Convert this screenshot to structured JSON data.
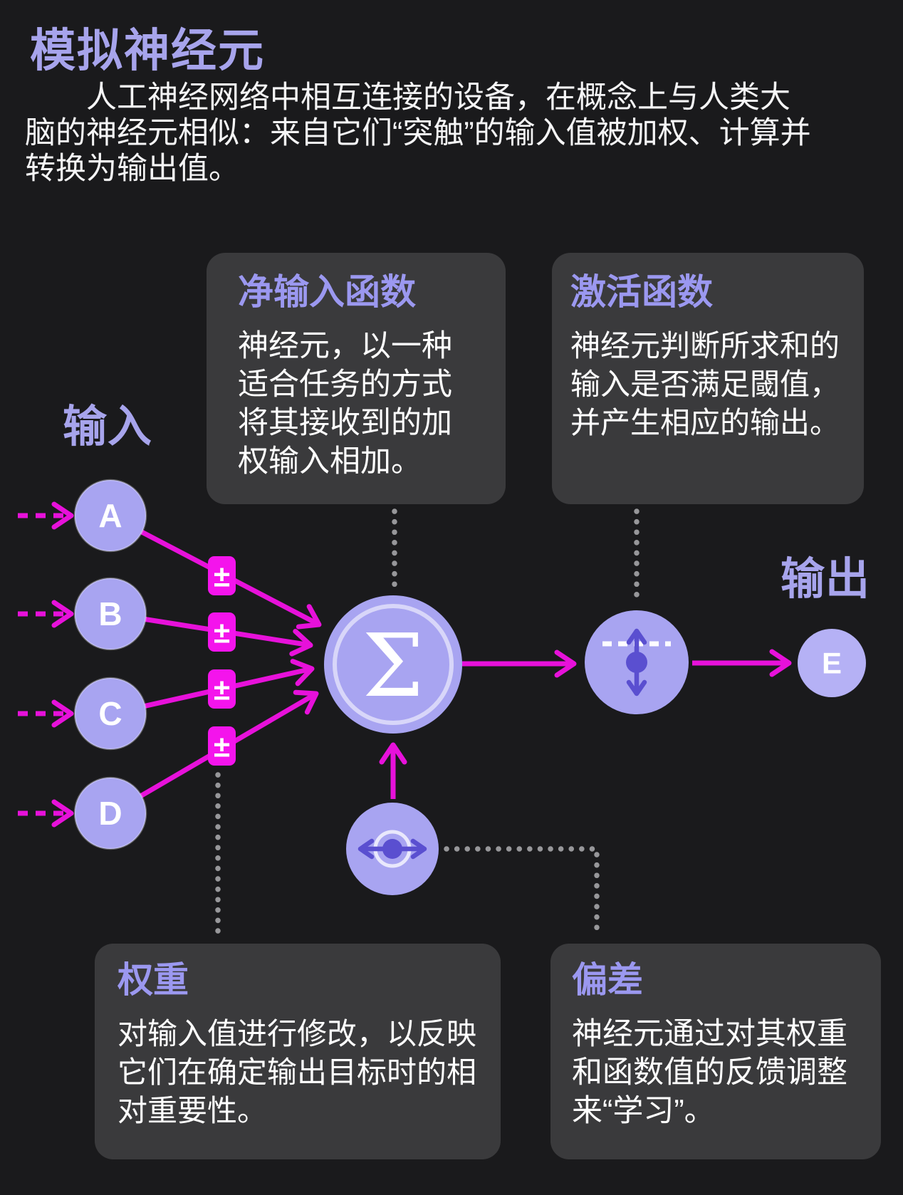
{
  "page": {
    "title": "模拟神经元",
    "intro": "人工神经网络中相互连接的设备，在概念上与人类大脑的神经元相似：来自它们“突触”的输入值被加权、计算并转换为输出值。"
  },
  "callouts": {
    "net_input": {
      "title": "净输入函数",
      "body": "神经元，以一种适合任务的方式将其接收到的加权输入相加。"
    },
    "activation": {
      "title": "激活函数",
      "body": "神经元判断所求和的输入是否满足閾值，并产生相应的输出。"
    },
    "weights": {
      "title": "权重",
      "body": "对输入值进行修改，以反映它们在确定输出目标时的相对重要性。"
    },
    "bias": {
      "title": "偏差",
      "body": "神经元通过对其权重和函数值的反馈调整来“学习”。"
    }
  },
  "diagram": {
    "input_label": "输入",
    "output_label": "输出",
    "inputs": [
      {
        "label": "A"
      },
      {
        "label": "B"
      },
      {
        "label": "C"
      },
      {
        "label": "D"
      }
    ],
    "output_node": {
      "label": "E"
    },
    "sum_symbol": "Σ",
    "weight_symbol": "±"
  },
  "colors": {
    "background": "#1a1a1c",
    "card_background": "#3a3a3c",
    "heading_purple": "#9b98f0",
    "title_purple": "#a7a4ec",
    "node_purple": "#a8a4f1",
    "node_purple_light": "#b5b1f5",
    "accent_magenta": "#e711da",
    "weight_box_magenta": "#f414ec",
    "deep_purple": "#5a4fd0",
    "dotted_gray": "#97979a",
    "text_white": "#ffffff"
  }
}
